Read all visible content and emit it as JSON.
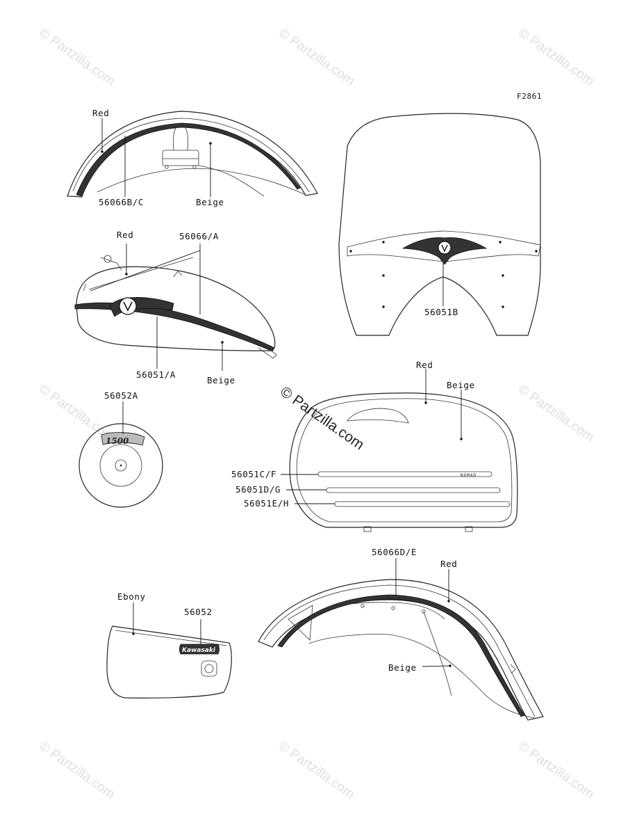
{
  "figure_code": "F2861",
  "watermark": "© Partzilla.com",
  "labels": {
    "front_fender_color": "Red",
    "front_fender_part": "56066B/C",
    "front_fender_color2": "Beige",
    "tank_color": "Red",
    "tank_part_top": "56066/A",
    "tank_part_emblem": "56051/A",
    "tank_color2": "Beige",
    "windshield_part": "56051B",
    "cover_part": "56052A",
    "saddlebag_color": "Red",
    "saddlebag_color2": "Beige",
    "saddlebag_stripe1": "56051C/F",
    "saddlebag_stripe2": "56051D/G",
    "saddlebag_stripe3": "56051E/H",
    "saddlebag_badge": "NOMAD",
    "side_cover_color": "Ebony",
    "side_cover_part": "56052",
    "side_cover_badge": "Kawasaki",
    "rear_fender_part": "56066D/E",
    "rear_fender_color": "Red",
    "rear_fender_color2": "Beige",
    "cover_badge": "1500"
  }
}
